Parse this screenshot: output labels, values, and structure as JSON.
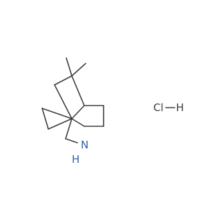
{
  "molecule": {
    "amine_label": "NH",
    "amine_h_label": "H",
    "amine_n_label": "N"
  },
  "salt": {
    "cl_label": "Cl",
    "h_label": "H"
  },
  "colors": {
    "bond": "#3c3c3c",
    "nitrogen": "#2d5fa8",
    "background": "#ffffff"
  }
}
